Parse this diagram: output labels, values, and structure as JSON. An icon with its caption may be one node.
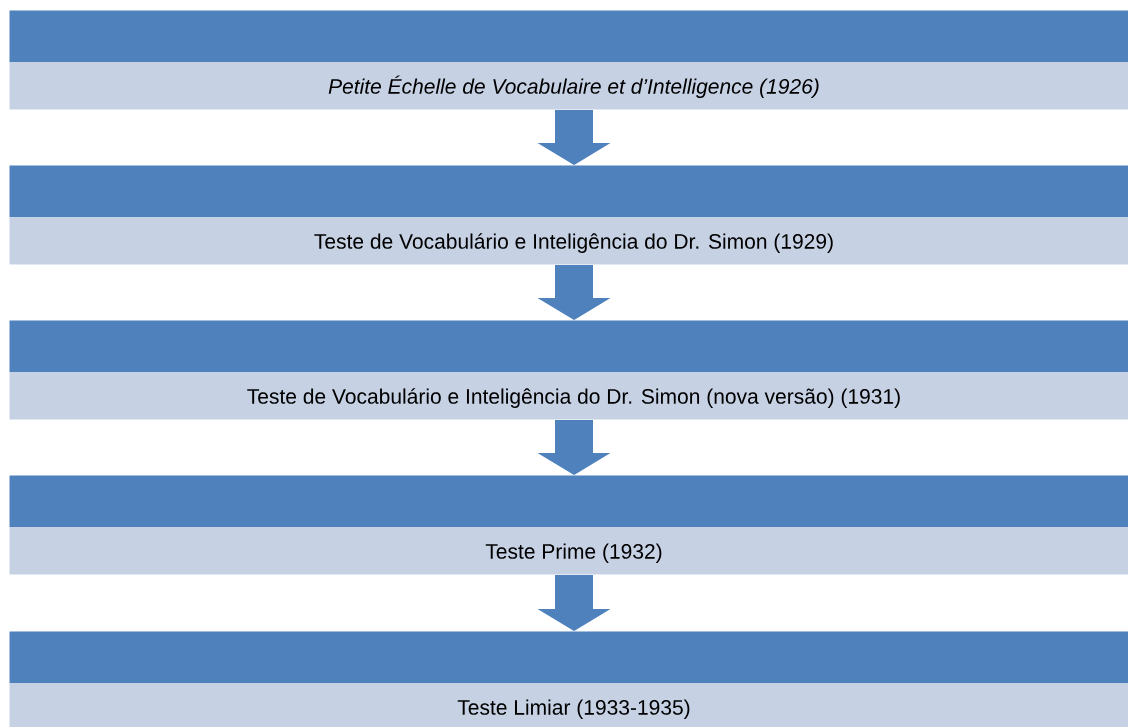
{
  "diagram": {
    "nodes": [
      {
        "text": [
          "Petite Échelle de Vocabulaire et d’Intelligence (1926)"
        ]
      },
      {
        "text": [
          "Teste de Vocabulário e Inteligência do Dr. Simon (1929)"
        ]
      },
      {
        "text": [
          "Teste de Vocabulário e Inteligência do Dr. Simon (nova versão) (1931)"
        ]
      },
      {
        "text": [
          "Teste Prime (1932)"
        ]
      },
      {
        "text": [
          "Teste Limiar (1933-1935)"
        ]
      }
    ],
    "edges": [
      {
        "from": 0,
        "to": 1,
        "arrow": "to"
      },
      {
        "from": 1,
        "to": 2,
        "arrow": "to"
      },
      {
        "from": 2,
        "to": 3,
        "arrow": "to"
      },
      {
        "from": 3,
        "to": 4,
        "arrow": "to"
      }
    ]
  }
}
